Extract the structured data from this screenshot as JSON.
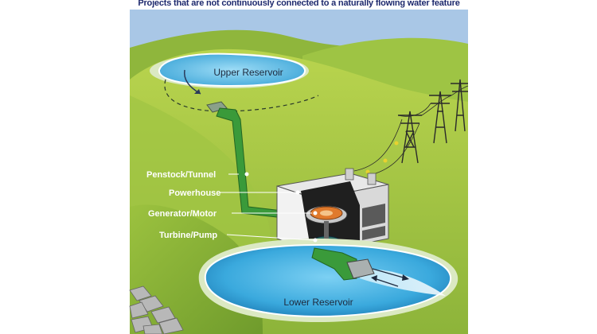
{
  "title": "Projects that are not continuously connected to a naturally flowing water feature",
  "labels": {
    "upper_reservoir": "Upper Reservoir",
    "lower_reservoir": "Lower Reservoir",
    "penstock": "Penstock/Tunnel",
    "powerhouse": "Powerhouse",
    "generator": "Generator/Motor",
    "turbine": "Turbine/Pump"
  },
  "colors": {
    "sky": "#a9c7e6",
    "hill_light": "#a6c842",
    "hill_dark": "#7fa631",
    "water": "#2f9fd6",
    "water_light": "#8fd4f5",
    "penstock": "#3a9a3a",
    "callout_text": "#ffffff",
    "title_text": "#1e2a6e"
  }
}
